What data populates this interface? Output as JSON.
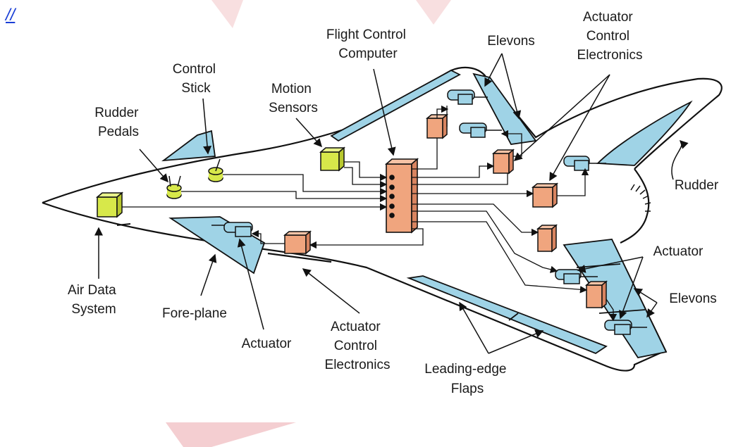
{
  "link_text": "//",
  "labels": {
    "control_stick": [
      "Control",
      "Stick"
    ],
    "rudder_pedals": [
      "Rudder",
      "Pedals"
    ],
    "motion_sensors": [
      "Motion",
      "Sensors"
    ],
    "flight_control_computer": [
      "Flight Control",
      "Computer"
    ],
    "elevons_top": [
      "Elevons"
    ],
    "ace_top": [
      "Actuator",
      "Control",
      "Electronics"
    ],
    "rudder": [
      "Rudder"
    ],
    "actuator_right": [
      "Actuator"
    ],
    "elevons_right": [
      "Elevons"
    ],
    "leading_edge_flaps": [
      "Leading-edge",
      "Flaps"
    ],
    "ace_bottom": [
      "Actuator",
      "Control",
      "Electronics"
    ],
    "actuator_bottom": [
      "Actuator"
    ],
    "fore_plane": [
      "Fore-plane"
    ],
    "air_data_system": [
      "Air Data",
      "System"
    ]
  },
  "colors": {
    "surface_fill": "#9fd3e6",
    "box_fill": "#f0a57e",
    "sensor_fill": "#d7e84a",
    "line": "#111111",
    "watermark": "#e63946",
    "link": "#1a3fd6"
  }
}
